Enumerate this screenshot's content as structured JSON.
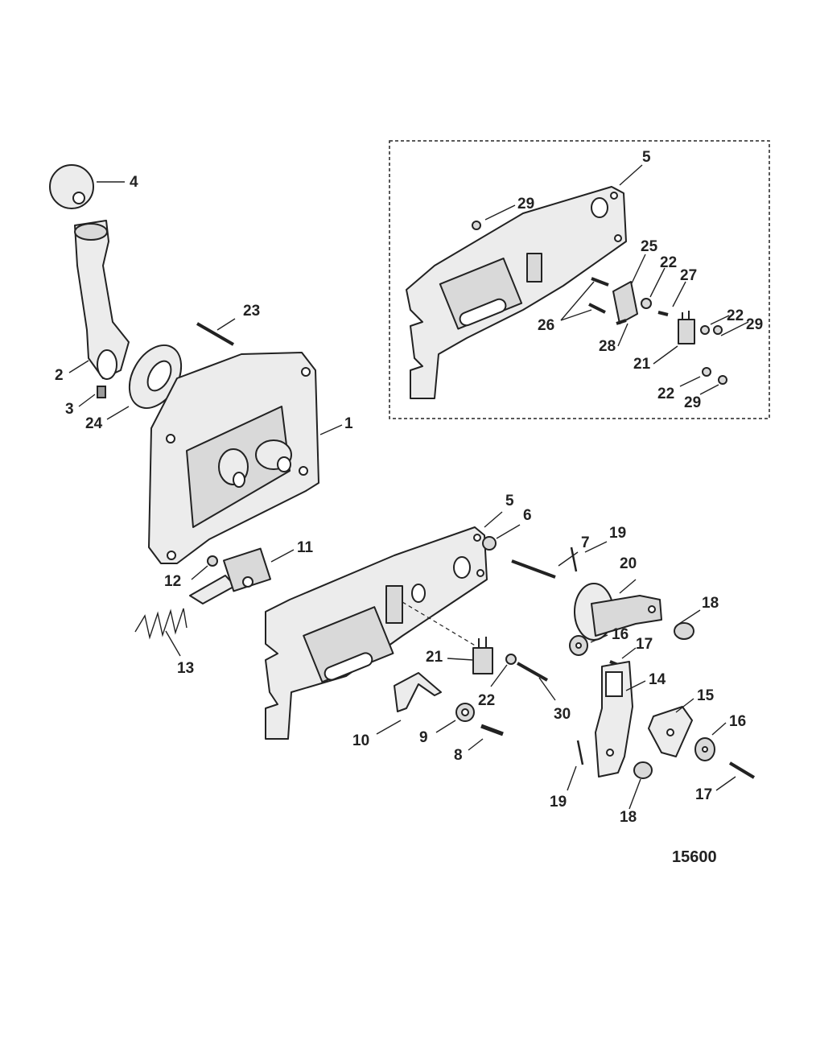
{
  "figure_number": "15600",
  "callouts_main": [
    "4",
    "23",
    "2",
    "3",
    "24",
    "1",
    "11",
    "12",
    "13",
    "5",
    "6",
    "7",
    "19",
    "20",
    "18",
    "16",
    "17",
    "21",
    "22",
    "30",
    "10",
    "9",
    "8",
    "14",
    "15",
    "16",
    "17",
    "19",
    "18"
  ],
  "callouts_inset": [
    "5",
    "29",
    "25",
    "22",
    "27",
    "26",
    "28",
    "22",
    "29",
    "21",
    "22",
    "29"
  ]
}
